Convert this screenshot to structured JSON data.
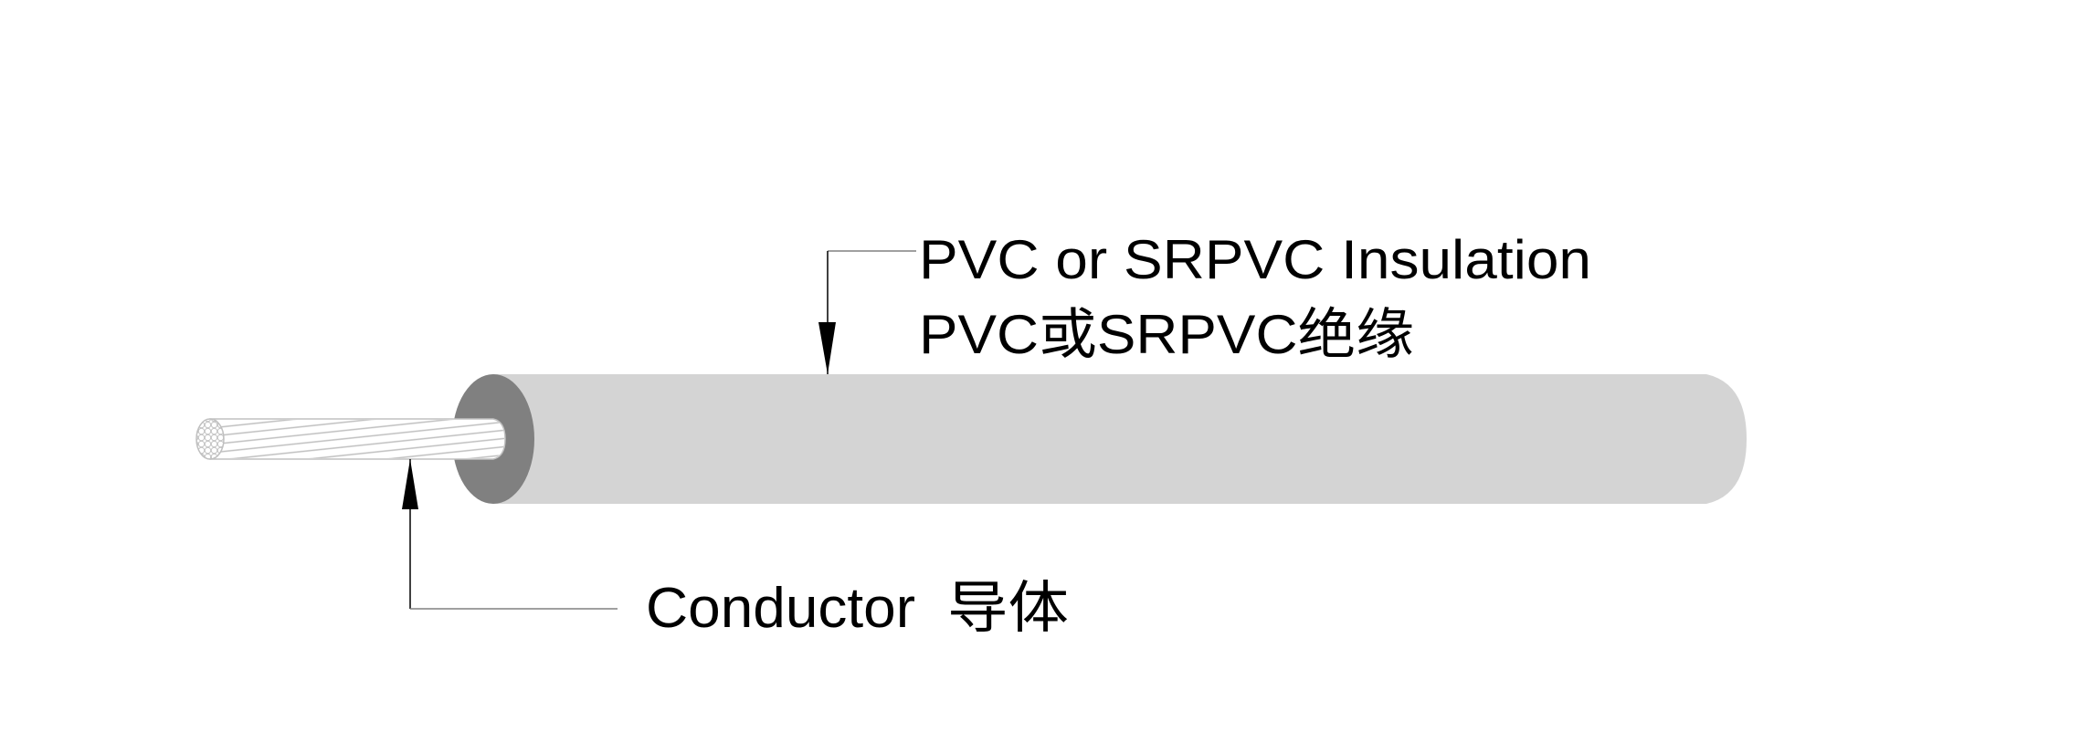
{
  "diagram": {
    "title": "Single-core cable cross-section structure",
    "components": {
      "insulation": {
        "label_en": "PVC or SRPVC Insulation",
        "label_zh": "PVC或SRPVC绝缘",
        "color": "#d4d4d4",
        "cut_face_color": "#808080"
      },
      "conductor": {
        "label_en": "Conductor",
        "label_zh": "导体",
        "color": "#ffffff",
        "strand_color": "#c0c0c0"
      }
    },
    "leader_colors": {
      "vertical": "#000000",
      "horizontal": "#808080"
    }
  }
}
